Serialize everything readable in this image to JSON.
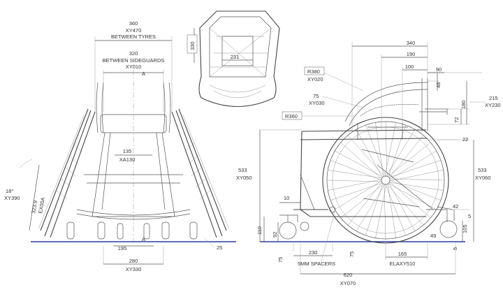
{
  "colors": {
    "line": "#555555",
    "ground": "#2a3aa8",
    "paper": "#ffffff"
  },
  "front_view": {
    "between_tyres": {
      "value": "360",
      "code": "XY470",
      "caption": "BETWEEN TYRES"
    },
    "between_sideguards": {
      "value": "320",
      "caption": "BETWEEN SIDEGUARDS",
      "code": "XY010"
    },
    "section_mark": "A",
    "seat_dim": {
      "value": "135",
      "code": "XA130"
    },
    "camber_angle": {
      "value": "18°",
      "code": "XY390"
    },
    "wheel_dim": {
      "value": "323.9",
      "code": "EX00A"
    },
    "caster_dim": "195",
    "base_width": {
      "value": "280",
      "code": "XY330"
    },
    "ground_offset": "25"
  },
  "top_view": {
    "depth": "330",
    "width": "231"
  },
  "side_view": {
    "dims": {
      "d340": "340",
      "d190": "190",
      "d100": "100",
      "d90": "90",
      "d48": "48",
      "d72": "72",
      "d180": "180",
      "d22": "22",
      "d42": "42",
      "d49": "49",
      "d5a": "5",
      "d5b": "5",
      "d105": "105",
      "d10": "10",
      "d110": "110",
      "d92": "92",
      "d230": "230",
      "d75a": "75",
      "d75b": "75"
    },
    "radius_380": {
      "value": "R380",
      "code": "XY020"
    },
    "dim_75_code": {
      "value": "75",
      "code": "XY030"
    },
    "radius_360": "R360",
    "backrest": {
      "value": "215",
      "code": "XY230"
    },
    "left_height": {
      "value": "533",
      "code": "XY050"
    },
    "right_height": {
      "value": "533",
      "code": "XY060"
    },
    "spacers_note": "5MM SPACERS",
    "footplate": {
      "value": "165",
      "code": "ELAXY510"
    },
    "length": {
      "value": "620",
      "code": "XY070"
    }
  }
}
